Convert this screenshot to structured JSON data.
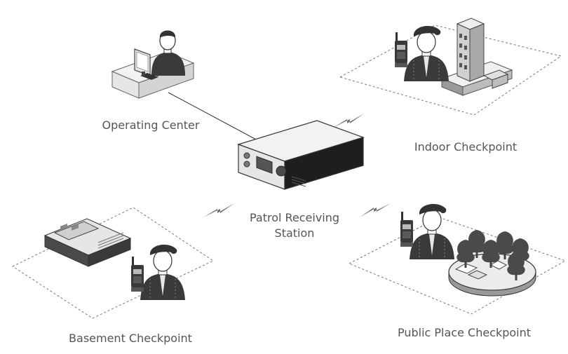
{
  "diagram": {
    "labels": {
      "operating_center": "Operating Center",
      "indoor_checkpoint": "Indoor Checkpoint",
      "patrol_station_line1": "Patrol Receiving",
      "patrol_station_line2": "Station",
      "basement_checkpoint": "Basement Checkpoint",
      "public_place_checkpoint": "Public Place Checkpoint"
    },
    "colors": {
      "text": "#555555",
      "dashed_border": "#777777",
      "device_light": "#e6e6e6",
      "device_mid": "#bdbdbd",
      "device_dark": "#3c3c3c",
      "wireless": "#777777"
    },
    "icons": [
      "operator-icon",
      "computer-icon",
      "receiver-station-icon",
      "guard-icon",
      "radio-icon",
      "building-icon",
      "park-icon",
      "charger-icon",
      "wireless-signal-icon"
    ]
  }
}
